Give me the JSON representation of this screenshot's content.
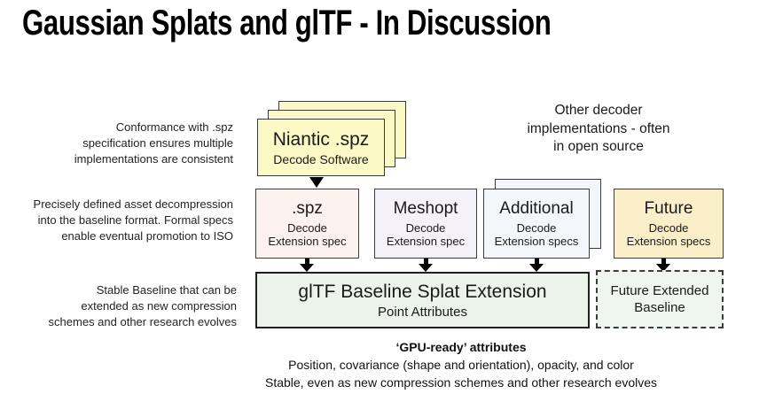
{
  "slide": {
    "title": "Gaussian Splats and glTF - In Discussion"
  },
  "annotations": {
    "conformance": {
      "lines": [
        "Conformance with .spz",
        "specification ensures multiple",
        "implementations are consistent"
      ]
    },
    "precisely": {
      "lines": [
        "Precisely defined asset decompression",
        "into the baseline format. Formal specs",
        "enable eventual promotion to ISO"
      ]
    },
    "stable": {
      "lines": [
        "Stable Baseline that can be",
        "extended as new compression",
        "schemes and other research evolves"
      ]
    },
    "other_decoders": {
      "lines": [
        "Other decoder",
        "implementations - often",
        "in open source"
      ]
    }
  },
  "diagram": {
    "niantic_card": {
      "title": "Niantic .spz",
      "subtitle": "Decode Software",
      "fill": "#fbfac6"
    },
    "decoder_boxes": [
      {
        "title": ".spz",
        "line2": "Decode",
        "line3": "Extension spec",
        "fill": "#fcf2ef"
      },
      {
        "title": "Meshopt",
        "line2": "Decode",
        "line3": "Extension spec",
        "fill": "#f4f1f9"
      },
      {
        "title": "Additional",
        "line2": "Decode",
        "line3": "Extension specs",
        "fill": "#f3f6fb"
      },
      {
        "title": "Future",
        "line2": "Decode",
        "line3": "Extension specs",
        "fill": "#faefc8"
      }
    ],
    "baseline_box": {
      "title": "glTF Baseline Splat Extension",
      "subtitle": "Point Attributes",
      "fill": "#ebf3ea"
    },
    "future_baseline_box": {
      "title": "Future Extended Baseline",
      "fill": "#eff6ef"
    },
    "colors": {
      "border": "#3c3c3c",
      "arrow": "#000000",
      "text": "#1a1a1a"
    }
  },
  "footer": {
    "heading": "‘GPU-ready’ attributes",
    "line1": "Position, covariance (shape and orientation), opacity, and color",
    "line2": "Stable, even as new compression schemes and other research evolves"
  }
}
